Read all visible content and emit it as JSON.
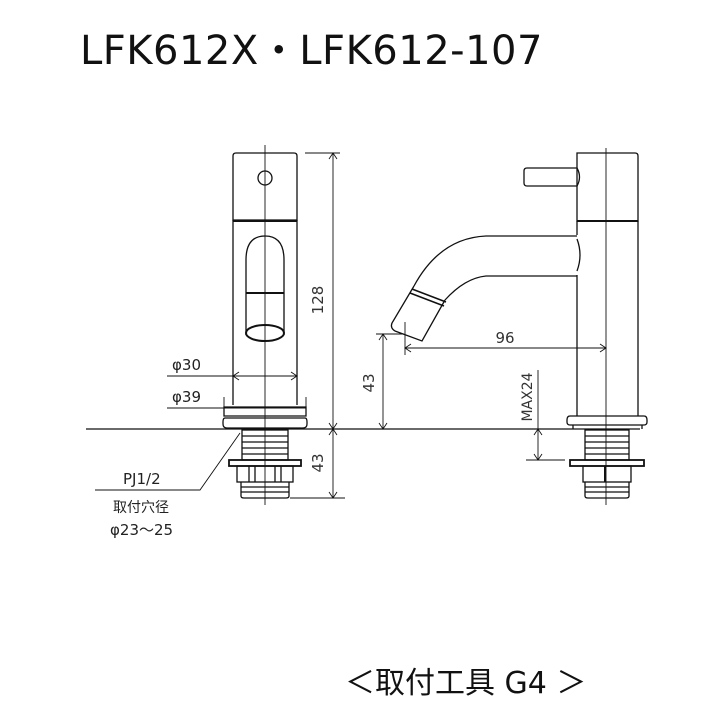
{
  "title": "LFK612X・LFK612-107",
  "footer": "＜取付工具 G4 ＞",
  "front_view": {
    "dimensions": {
      "height_total": "128",
      "body_diameter": "φ30",
      "base_diameter": "φ39",
      "below_counter": "43"
    },
    "callout": {
      "thread": "PJ1/2",
      "hole_label": "取付穴径",
      "hole_range": "φ23～25"
    }
  },
  "side_view": {
    "dimensions": {
      "spout_reach": "96",
      "spout_height": "43",
      "counter_max": "MAX24"
    }
  }
}
